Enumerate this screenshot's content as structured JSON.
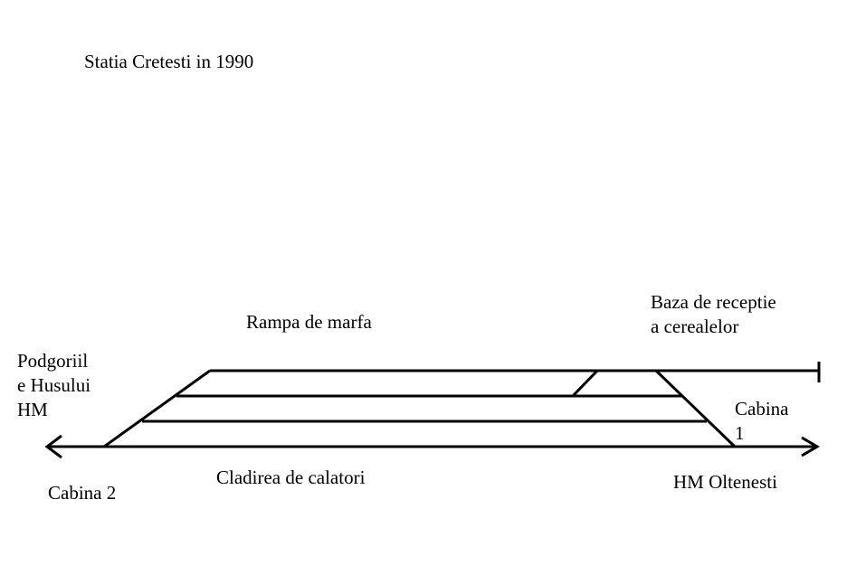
{
  "title": "Statia Cretesti in 1990",
  "labels": {
    "rampa": "Rampa de marfa",
    "baza_line1": "Baza de receptie",
    "baza_line2": "a cerealelor",
    "podgoria_line1": "Podgoriil",
    "podgoria_line2": "e Husului",
    "podgoria_line3": "HM",
    "cabina1_line1": "Cabina",
    "cabina1_line2": "1",
    "cabina2": "Cabina 2",
    "cladirea": "Cladirea de calatori",
    "oltenesti": "HM Oltenesti"
  },
  "colors": {
    "line": "#000000",
    "background": "#ffffff"
  }
}
